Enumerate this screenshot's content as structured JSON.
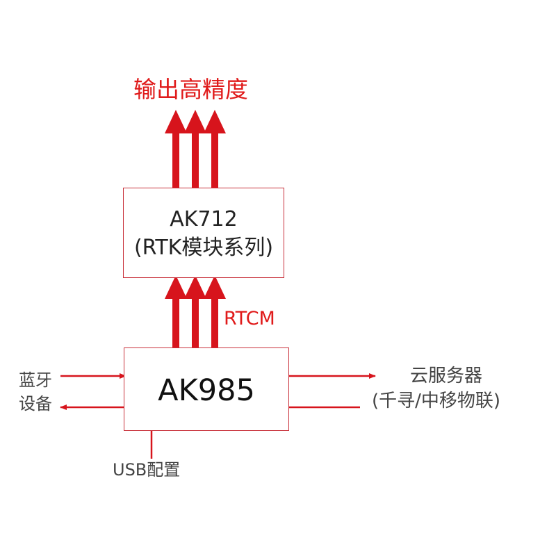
{
  "output": {
    "label": "输出高精度"
  },
  "ak712": {
    "title": "AK712",
    "subtitle": "(RTK模块系列)"
  },
  "link": {
    "label": "RTCM"
  },
  "ak985": {
    "title": "AK985"
  },
  "bluetooth": {
    "line1": "蓝牙",
    "line2": "设备"
  },
  "cloud": {
    "line1": "云服务器",
    "line2": "(千寻/中移物联)"
  },
  "usb": {
    "label": "USB配置"
  },
  "colors": {
    "arrow": "#d7141c",
    "box_border": "#c8303a",
    "accent_text": "#e01a1a",
    "body_text": "#444444"
  }
}
